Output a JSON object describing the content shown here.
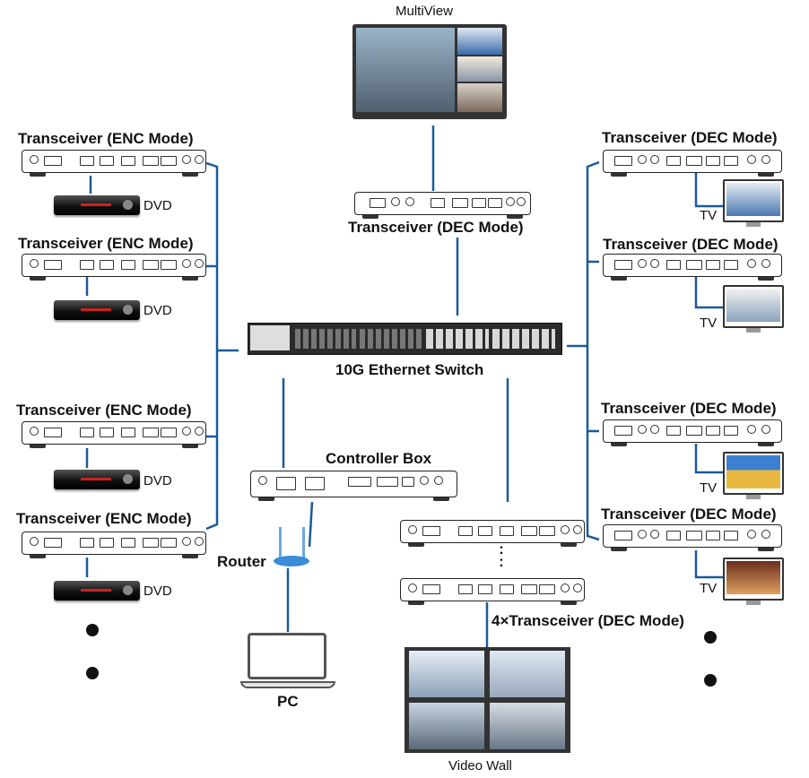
{
  "labels": {
    "multiview": "MultiView",
    "tx_enc": "Transceiver (ENC Mode)",
    "tx_dec": "Transceiver (DEC Mode)",
    "dvd": "DVD",
    "tv": "TV",
    "switch": "10G Ethernet Switch",
    "controller": "Controller Box",
    "router": "Router",
    "pc": "PC",
    "quad_dec": "4×Transceiver (DEC Mode)",
    "video_wall": "Video Wall",
    "vdots": ":"
  },
  "colors": {
    "link": "#1a5a9a",
    "switch_body": "#2b2b2b",
    "router": "#3a8dd6"
  }
}
